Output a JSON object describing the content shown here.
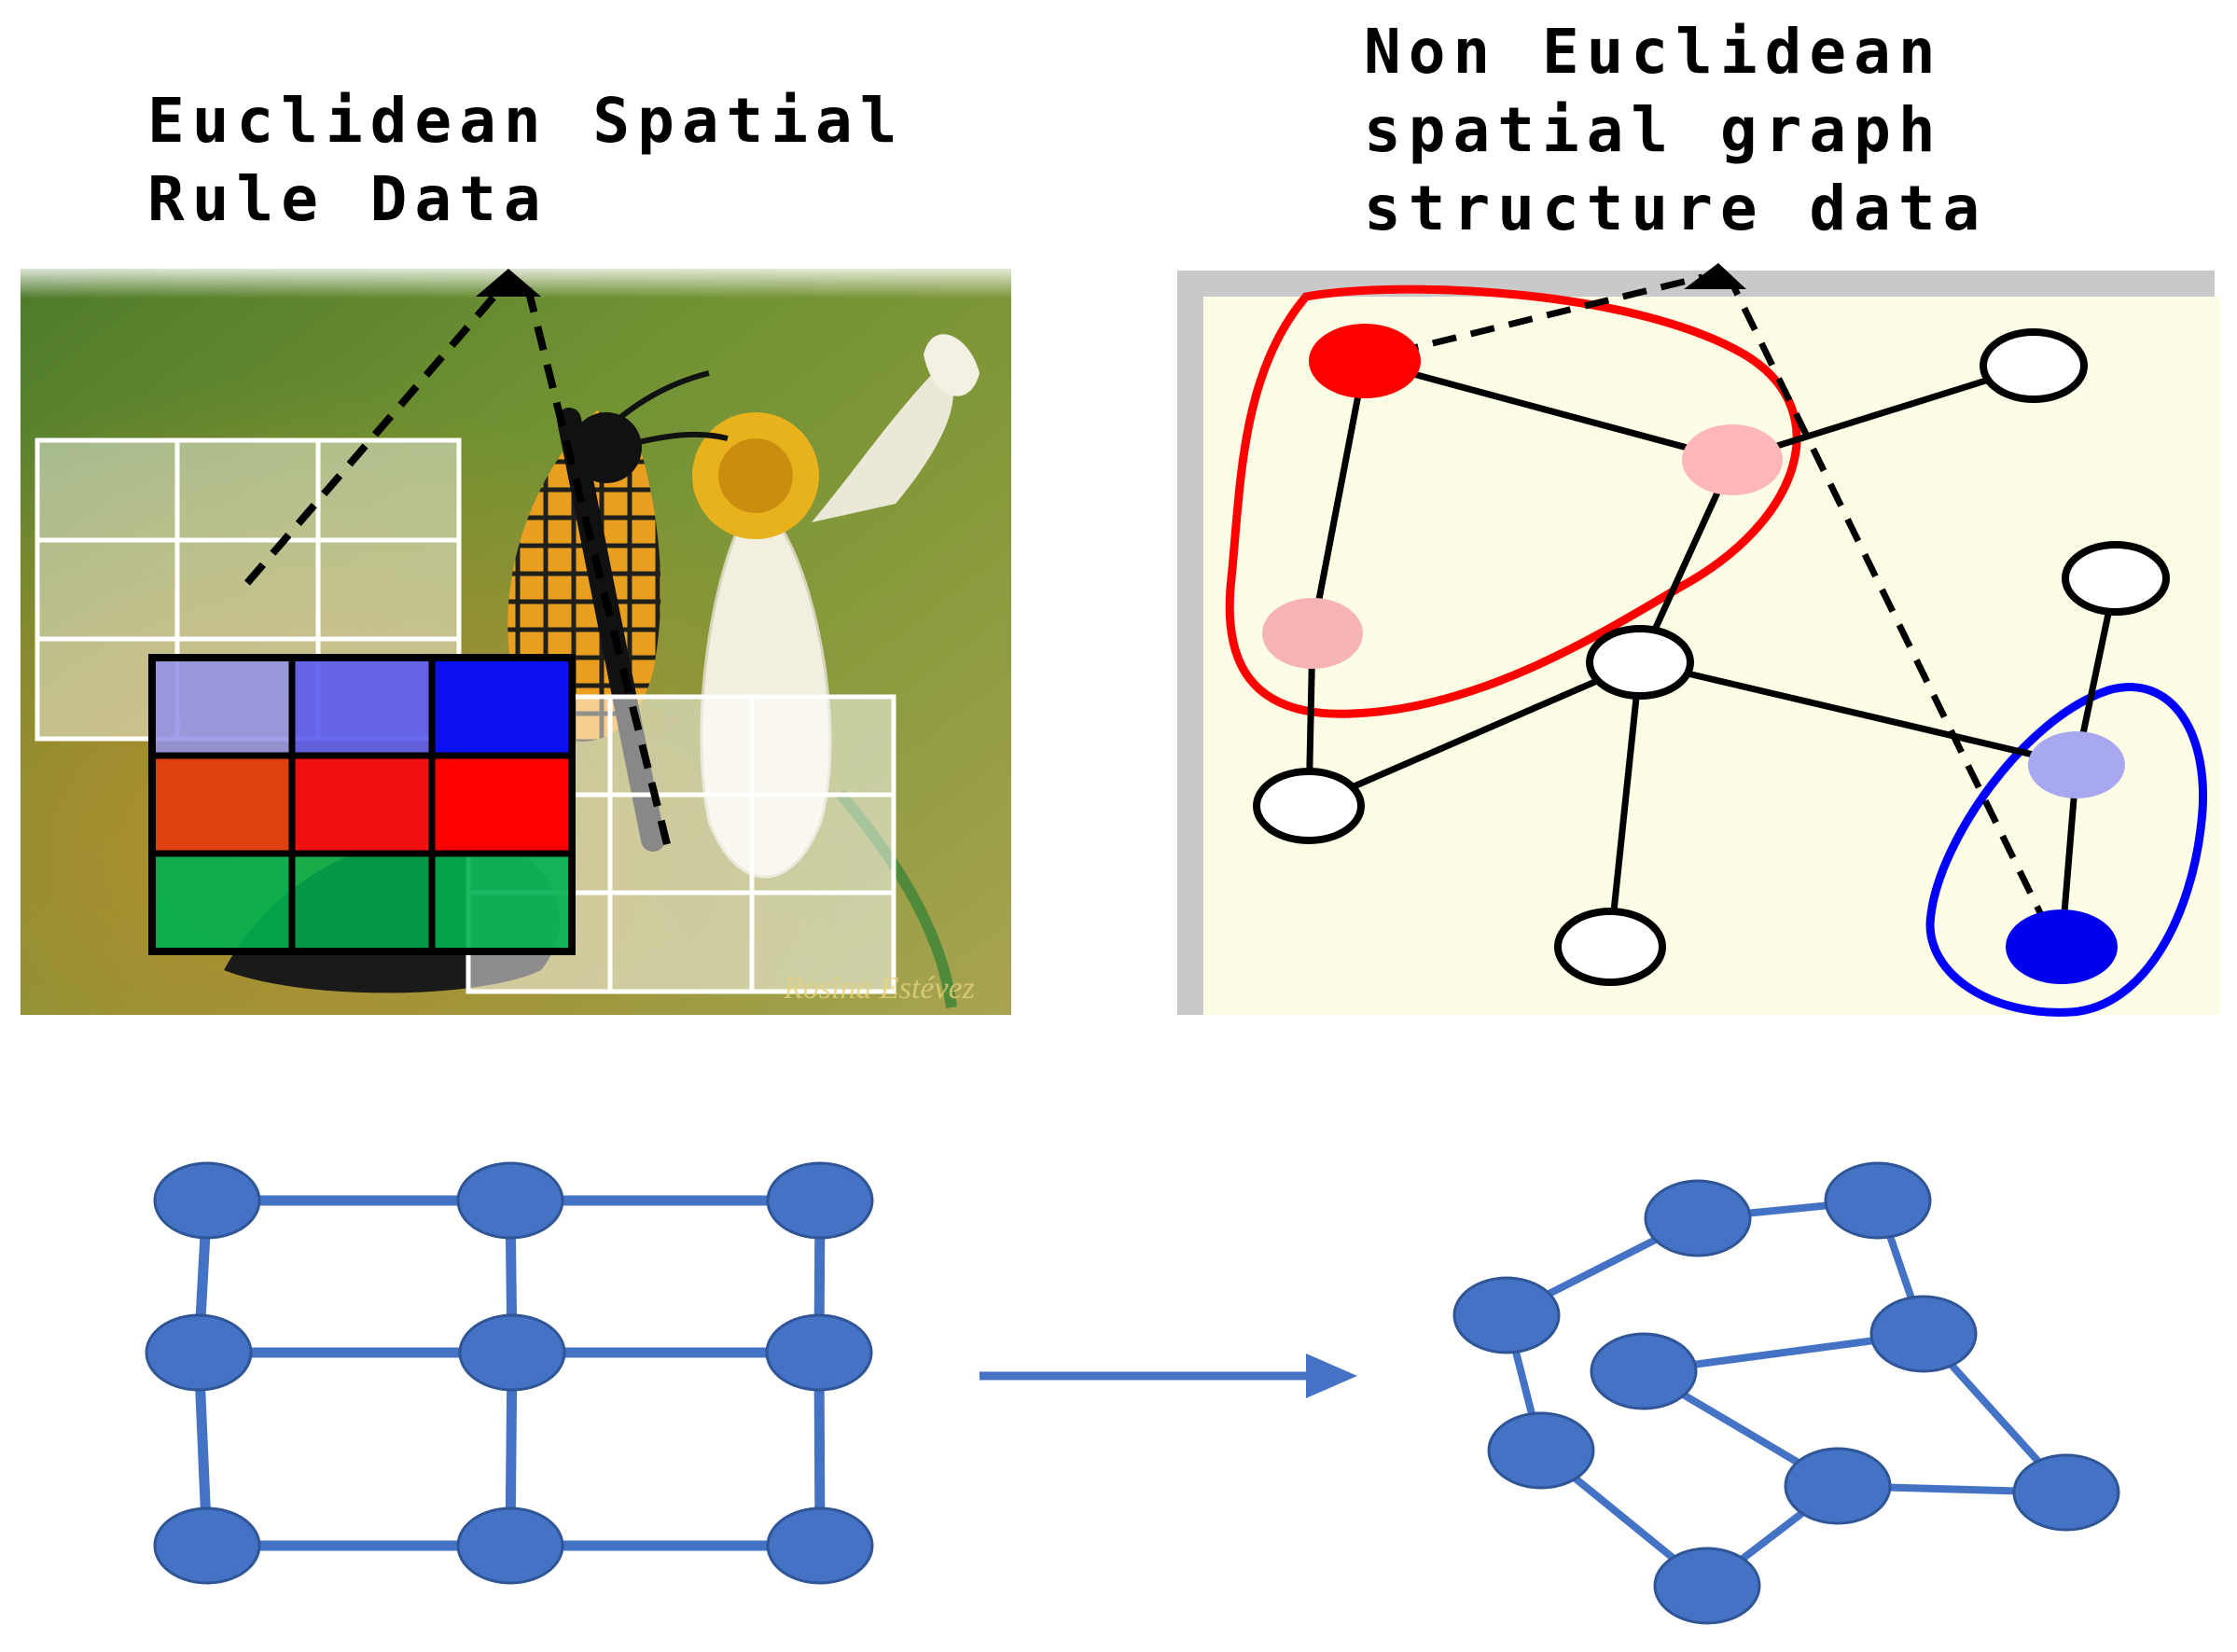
{
  "labels": {
    "euclidean_line1": "Euclidean Spatial",
    "euclidean_line2": "Rule Data",
    "non_euclidean_line1": "Non Euclidean",
    "non_euclidean_line2": "spatial graph",
    "non_euclidean_line3": "structure data"
  },
  "watermark": "Rosina Estévez",
  "colors": {
    "graph_node": "#4472c4",
    "graph_node_stroke": "#2f5597",
    "graph_edge": "#4472c4",
    "grid_red": "#ff0000",
    "grid_blue": "#0000ff",
    "grid_green": "#00b050",
    "region_red": "#ff0000",
    "region_blue": "#0000ff",
    "node_red": "#ff0000",
    "node_pink": "#ffb6b6",
    "node_lavender": "#a8a8f0",
    "node_blue": "#0000ee",
    "panel_bg": "#fdfde6"
  },
  "icons": {
    "butterfly": "monarch-butterfly-photo",
    "arrow": "right-arrow"
  }
}
